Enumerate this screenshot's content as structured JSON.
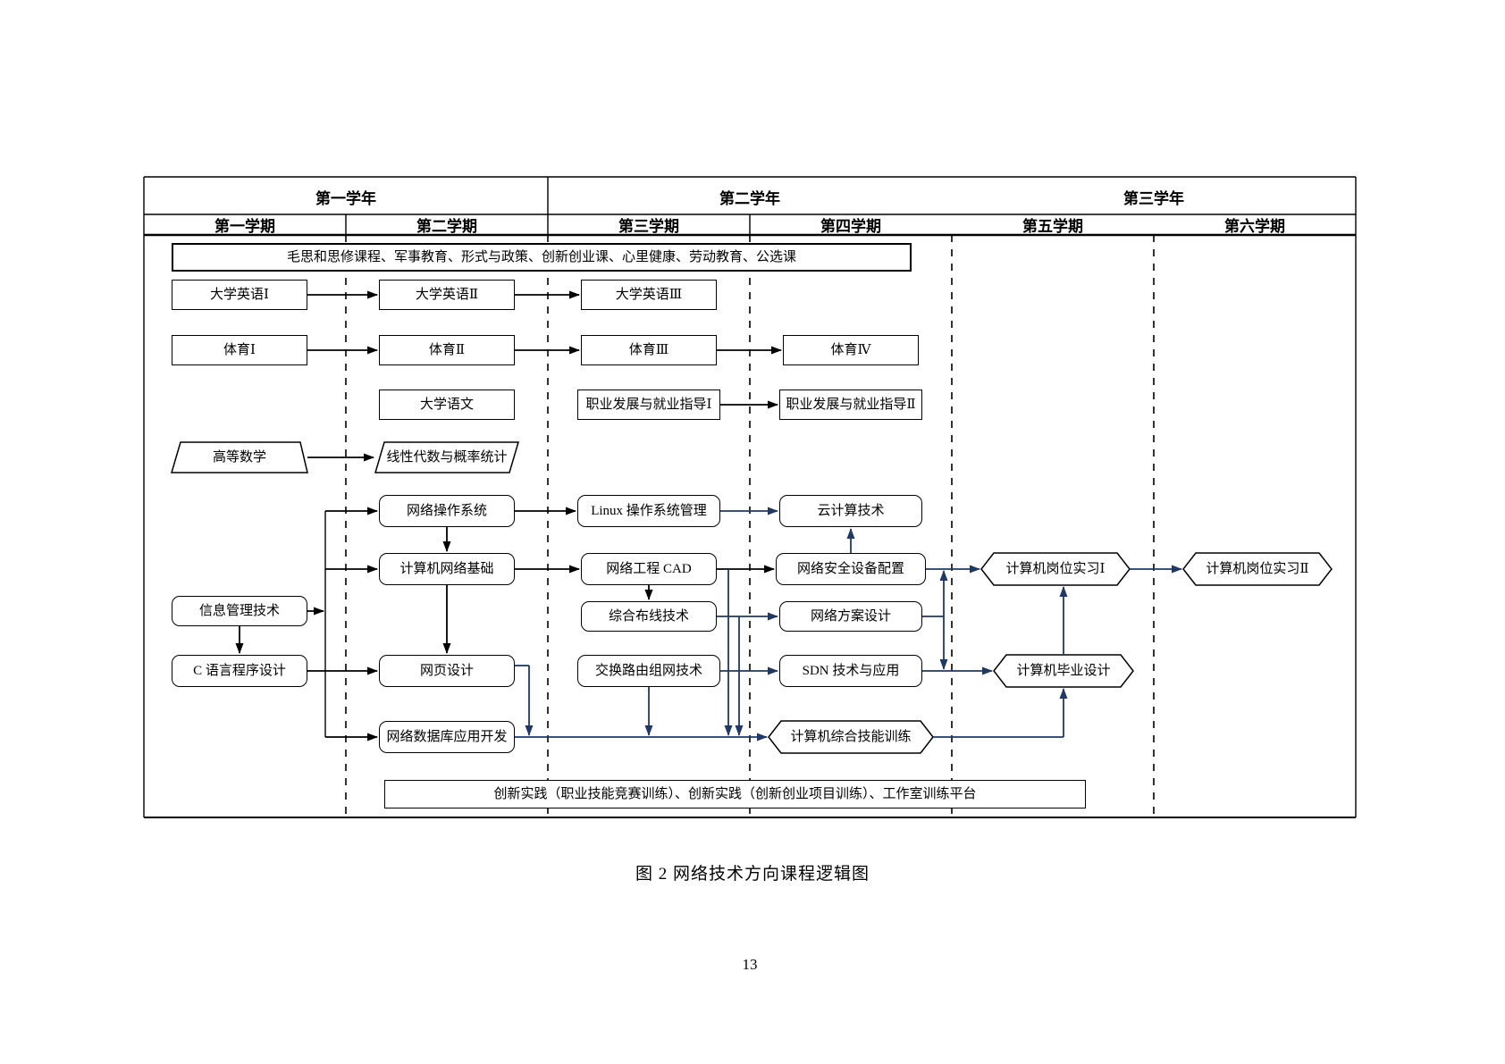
{
  "header": {
    "years": [
      "第一学年",
      "第二学年",
      "第三学年"
    ],
    "semesters": [
      "第一学期",
      "第二学期",
      "第三学期",
      "第四学期",
      "第五学期",
      "第六学期"
    ]
  },
  "labels": {
    "omnibus": "毛思和思修课程、军事教育、形式与政策、创新创业课、心里健康、劳动教育、公选课",
    "eng1": "大学英语Ⅰ",
    "eng2": "大学英语Ⅱ",
    "eng3": "大学英语Ⅲ",
    "pe1": "体育Ⅰ",
    "pe2": "体育Ⅱ",
    "pe3": "体育Ⅲ",
    "pe4": "体育Ⅳ",
    "chinese": "大学语文",
    "career1": "职业发展与就业指导Ⅰ",
    "career2": "职业发展与就业指导Ⅱ",
    "math1": "高等数学",
    "math2": "线性代数与概率统计",
    "netos": "网络操作系统",
    "linuxos": "Linux 操作系统管理",
    "cloud": "云计算技术",
    "netbasic": "计算机网络基础",
    "cad": "网络工程 CAD",
    "netsec": "网络安全设备配置",
    "intern1": "计算机岗位实习Ⅰ",
    "intern2": "计算机岗位实习Ⅱ",
    "inframgmt": "信息管理技术",
    "cabling": "综合布线技术",
    "netplan": "网络方案设计",
    "clang": "C 语言程序设计",
    "webdesign": "网页设计",
    "switching": "交换路由组网技术",
    "sdn": "SDN 技术与应用",
    "gradproj": "计算机毕业设计",
    "netdb": "网络数据库应用开发",
    "skilltrain": "计算机综合技能训练",
    "innovation": "创新实践（职业技能竞赛训练）、创新实践（创新创业项目训练）、工作室训练平台"
  },
  "caption": "图 2 网络技术方向课程逻辑图",
  "page_number": "13",
  "colors": {
    "connector_black": "#000000",
    "connector_blue": "#1f3864",
    "border": "#000000",
    "background": "#ffffff"
  }
}
